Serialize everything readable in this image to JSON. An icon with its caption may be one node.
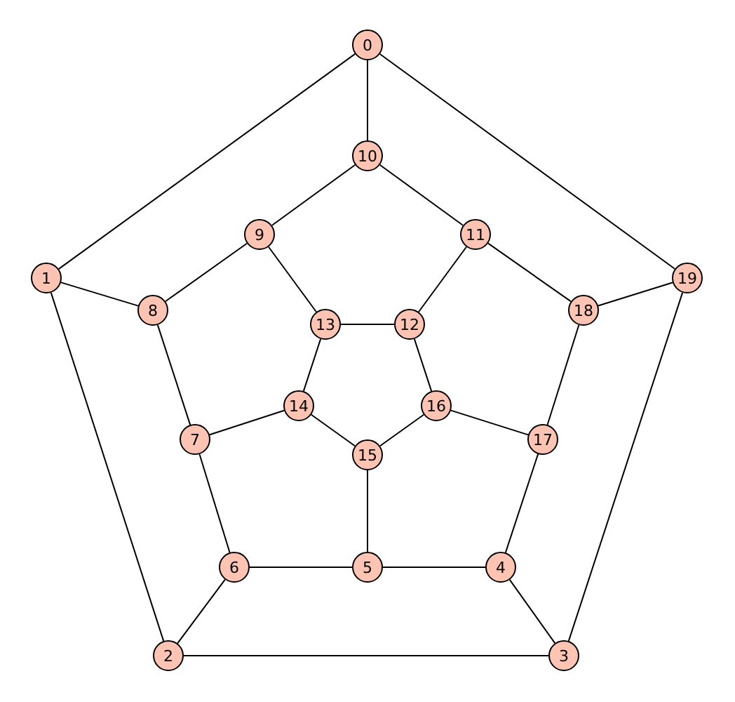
{
  "diagram": {
    "nodes": [
      {
        "text": [
          "0"
        ]
      },
      {
        "text": [
          "1"
        ]
      },
      {
        "text": [
          "2"
        ]
      },
      {
        "text": [
          "3"
        ]
      },
      {
        "text": [
          "4"
        ]
      },
      {
        "text": [
          "5"
        ]
      },
      {
        "text": [
          "6"
        ]
      },
      {
        "text": [
          "7"
        ]
      },
      {
        "text": [
          "8"
        ]
      },
      {
        "text": [
          "9"
        ]
      },
      {
        "text": [
          "10"
        ]
      },
      {
        "text": [
          "11"
        ]
      },
      {
        "text": [
          "12"
        ]
      },
      {
        "text": [
          "13"
        ]
      },
      {
        "text": [
          "14"
        ]
      },
      {
        "text": [
          "15"
        ]
      },
      {
        "text": [
          "16"
        ]
      },
      {
        "text": [
          "17"
        ]
      },
      {
        "text": [
          "18"
        ]
      },
      {
        "text": [
          "19"
        ]
      }
    ],
    "edges": [
      {
        "from": 0,
        "to": 1,
        "arrow": "none"
      },
      {
        "from": 0,
        "to": 10,
        "arrow": "none"
      },
      {
        "from": 0,
        "to": 19,
        "arrow": "none"
      },
      {
        "from": 1,
        "to": 8,
        "arrow": "none"
      },
      {
        "from": 1,
        "to": 2,
        "arrow": "none"
      },
      {
        "from": 2,
        "to": 6,
        "arrow": "none"
      },
      {
        "from": 2,
        "to": 3,
        "arrow": "none"
      },
      {
        "from": 3,
        "to": 19,
        "arrow": "none"
      },
      {
        "from": 3,
        "to": 4,
        "arrow": "none"
      },
      {
        "from": 4,
        "to": 5,
        "arrow": "none"
      },
      {
        "from": 4,
        "to": 17,
        "arrow": "none"
      },
      {
        "from": 5,
        "to": 6,
        "arrow": "none"
      },
      {
        "from": 5,
        "to": 15,
        "arrow": "none"
      },
      {
        "from": 6,
        "to": 7,
        "arrow": "none"
      },
      {
        "from": 7,
        "to": 8,
        "arrow": "none"
      },
      {
        "from": 7,
        "to": 14,
        "arrow": "none"
      },
      {
        "from": 8,
        "to": 9,
        "arrow": "none"
      },
      {
        "from": 9,
        "to": 10,
        "arrow": "none"
      },
      {
        "from": 9,
        "to": 13,
        "arrow": "none"
      },
      {
        "from": 10,
        "to": 11,
        "arrow": "none"
      },
      {
        "from": 11,
        "to": 12,
        "arrow": "none"
      },
      {
        "from": 11,
        "to": 18,
        "arrow": "none"
      },
      {
        "from": 12,
        "to": 13,
        "arrow": "none"
      },
      {
        "from": 12,
        "to": 16,
        "arrow": "none"
      },
      {
        "from": 13,
        "to": 14,
        "arrow": "none"
      },
      {
        "from": 14,
        "to": 15,
        "arrow": "none"
      },
      {
        "from": 15,
        "to": 16,
        "arrow": "none"
      },
      {
        "from": 16,
        "to": 17,
        "arrow": "none"
      },
      {
        "from": 17,
        "to": 18,
        "arrow": "none"
      },
      {
        "from": 18,
        "to": 19,
        "arrow": "none"
      }
    ]
  }
}
